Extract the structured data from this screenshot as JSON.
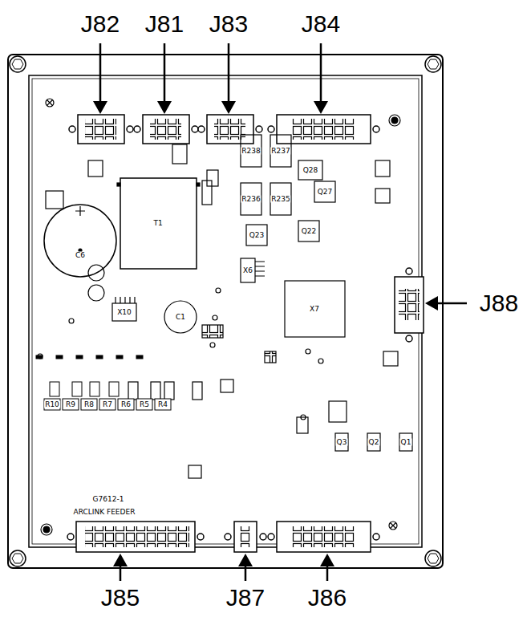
{
  "diagram": {
    "labels": [
      "J82",
      "J81",
      "J83",
      "J84",
      "R238",
      "R237",
      "Q28",
      "R236",
      "R235",
      "Q27",
      "C6",
      "T1",
      "Q23",
      "Q22",
      "X6",
      "J88",
      "X7",
      "X10",
      "C1",
      "R10",
      "R9",
      "R8",
      "R7",
      "R6",
      "R5",
      "R4",
      "Q1",
      "Q2",
      "Q3",
      "G7612-1",
      "ARCLINK FEEDER",
      "J85",
      "J87",
      "J86"
    ]
  }
}
